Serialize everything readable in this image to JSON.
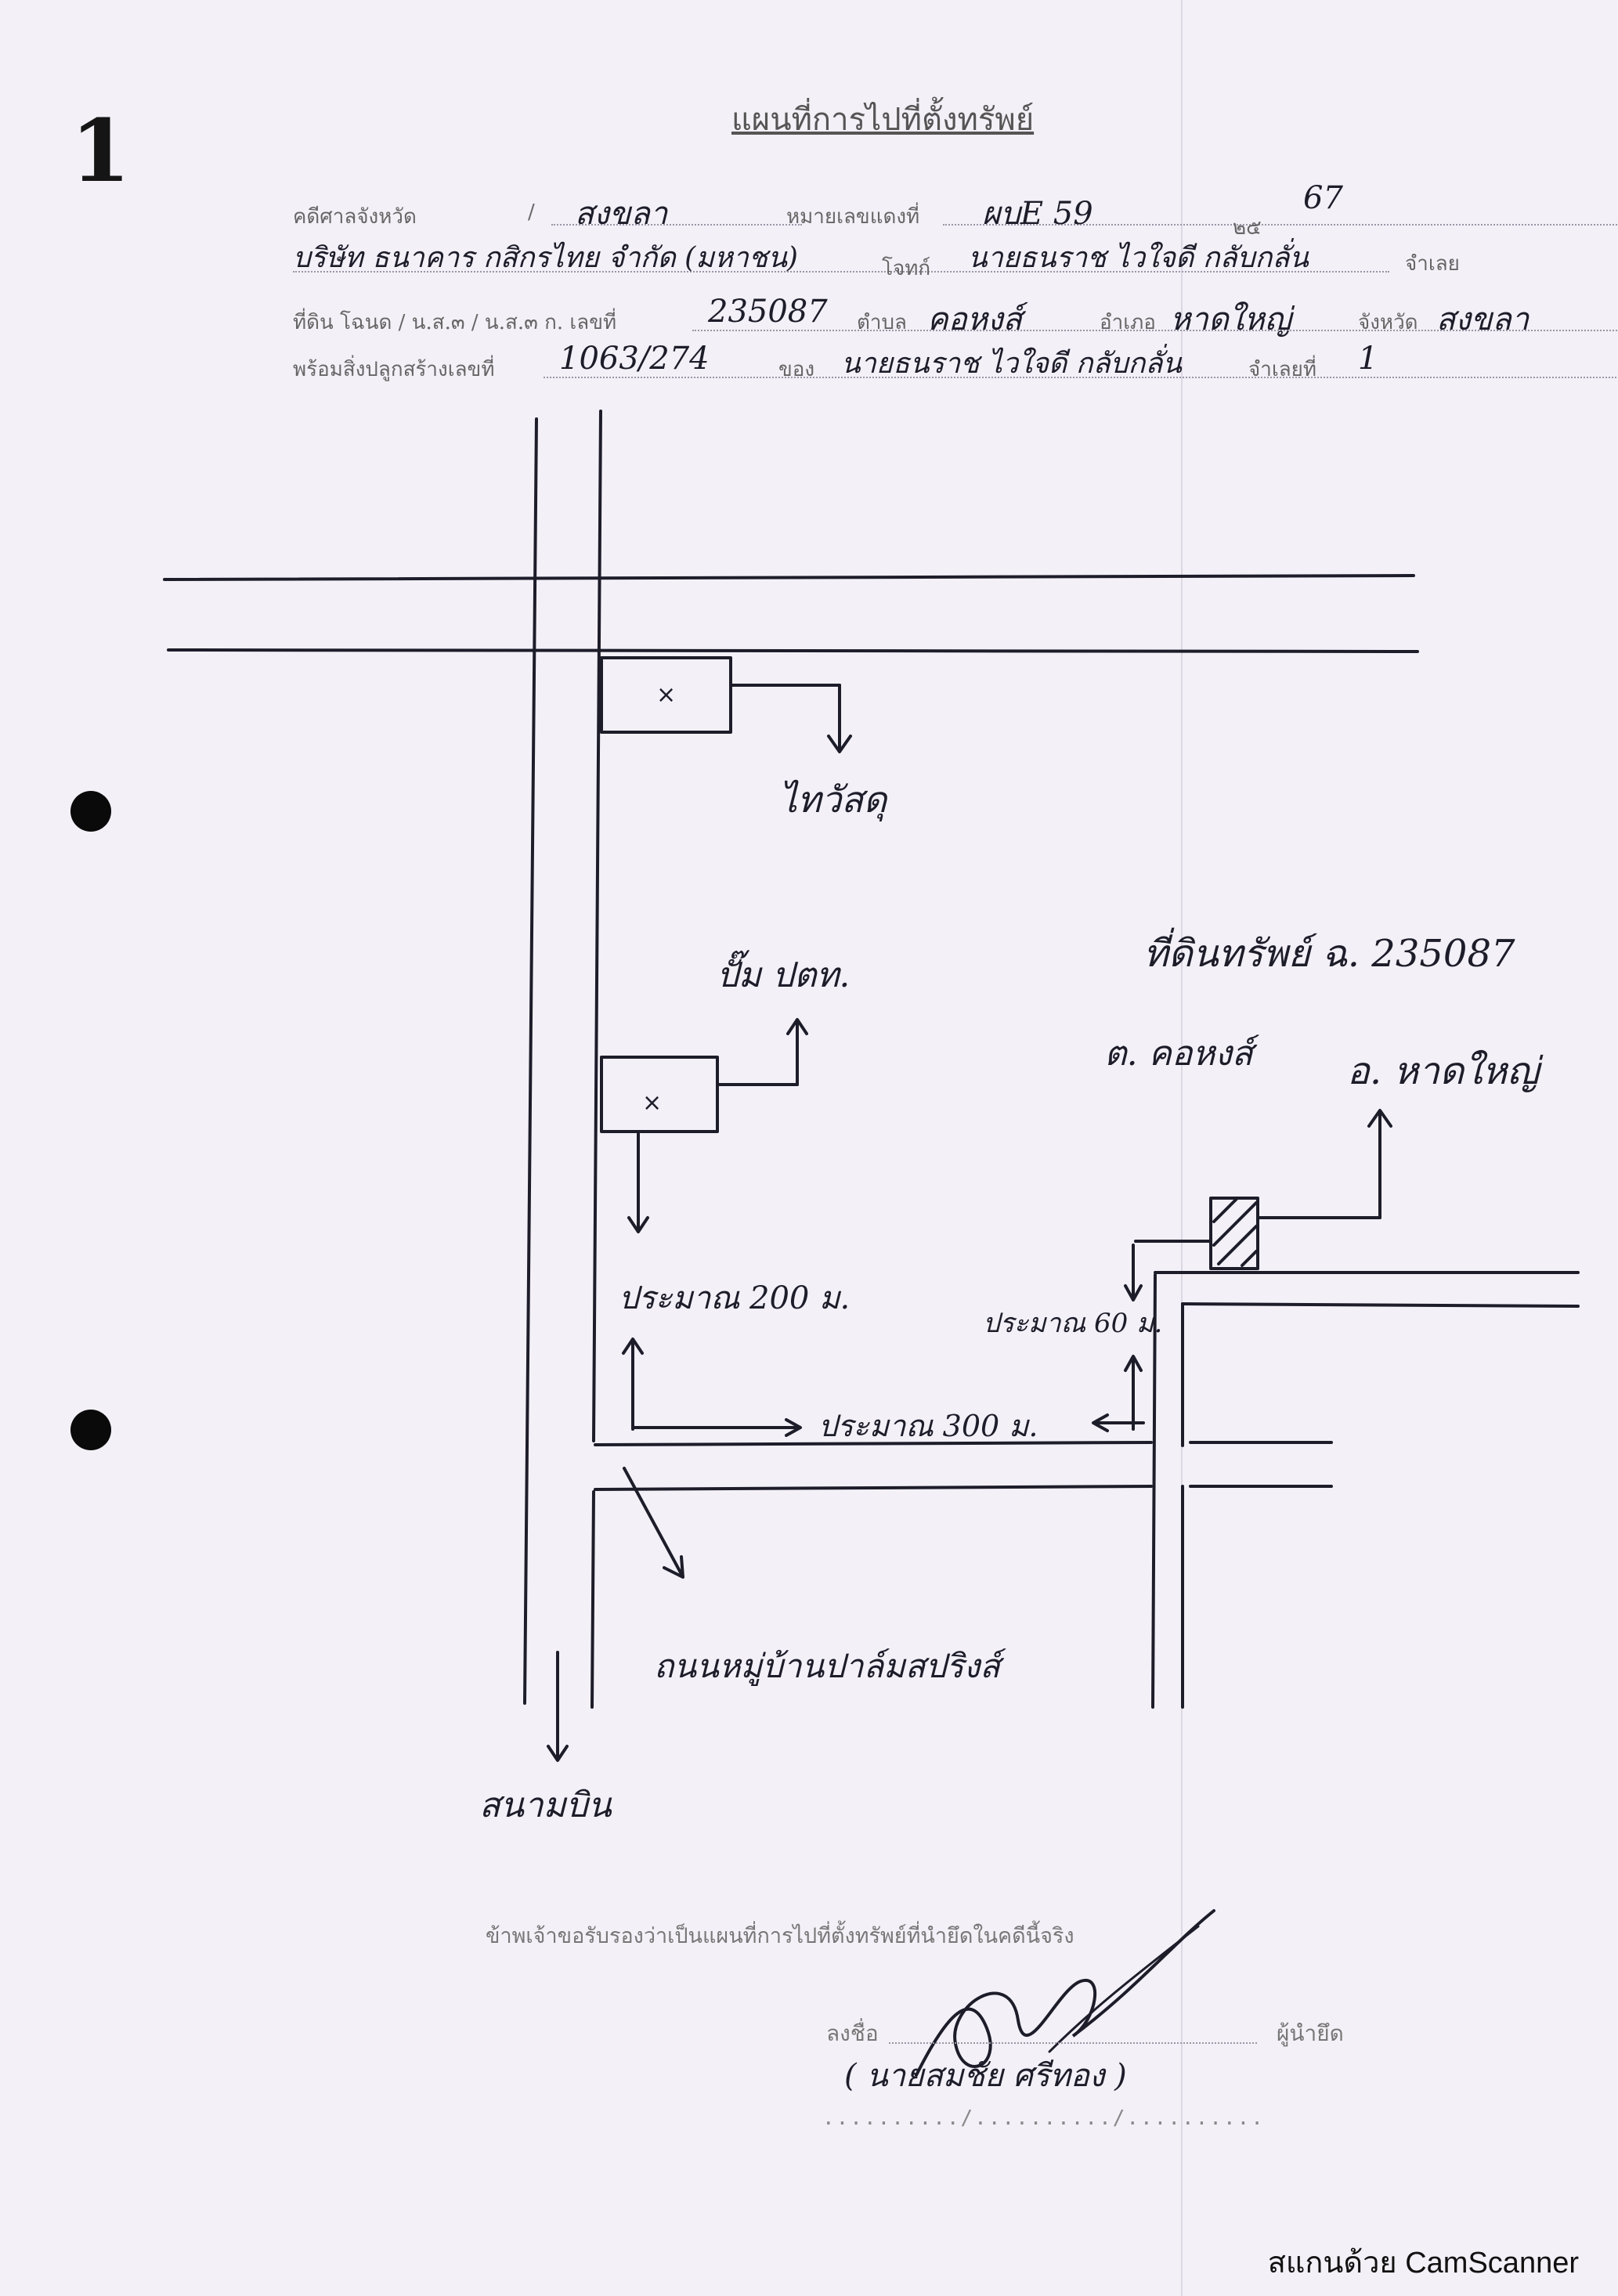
{
  "page_marker": "1",
  "title": "แผนที่การไปที่ตั้งทรัพย์",
  "header": {
    "case_label": "คดีศาลจังหวัด",
    "court_province": "สงขลา",
    "case_no_label": "หมายเลขแดงที่",
    "case_no": "ผบE 59",
    "year_prefix": "๒๕",
    "year": "67",
    "plaintiff": "บริษัท ธนาคาร กสิกรไทย จำกัด (มหาชน)",
    "plaintiff_role": "โจทก์",
    "defendant": "นายธนราช ไวใจดี กลับกลั่น",
    "defendant_role": "จำเลย",
    "deed_label": "ที่ดิน โฉนด / น.ส.๓ / น.ส.๓ ก. เลขที่",
    "deed_no": "235087",
    "subdistrict_label": "ตำบล",
    "subdistrict": "คอหงส์",
    "district_label": "อำเภอ",
    "district": "หาดใหญ่",
    "province_label": "จังหวัด",
    "province": "สงขลา",
    "building_label": "พร้อมสิ่งปลูกสร้างเลขที่",
    "building_no": "1063/274",
    "owner_label": "ของ",
    "owner": "นายธนราช ไวใจดี กลับกลั่น",
    "owner_defendant_label": "จำเลยที่",
    "owner_defendant_no": "1"
  },
  "map_labels": {
    "seven_eleven": "ไทวัสดุ",
    "gas_station": "ปั๊ม ปตท.",
    "dist_200": "ประมาณ 200 ม.",
    "dist_60": "ประมาณ 60 ม.",
    "dist_300": "ประมาณ 300 ม.",
    "property_title": "ที่ดินทรัพย์ ฉ. 235087",
    "property_subdistrict": "ต. คอหงส์",
    "property_district": "อ. หาดใหญ่",
    "village_road": "ถนนหมู่บ้านปาล์มสปริงส์",
    "airport": "สนามบิน"
  },
  "certification": "ข้าพเจ้าขอรับรองว่าเป็นแผนที่การไปที่ตั้งทรัพย์ที่นำยึดในคดีนี้จริง",
  "signature": {
    "sign_label": "ลงชื่อ",
    "role": "ผู้นำยึด",
    "name": "( นายสมชัย ศรีทอง )",
    "date_line": "........../........../.........."
  },
  "footer": {
    "scanner": "สแกนด้วย CamScanner"
  },
  "colors": {
    "paper": "#f3f0f7",
    "ink": "#1d1d2a",
    "print": "#666666"
  }
}
